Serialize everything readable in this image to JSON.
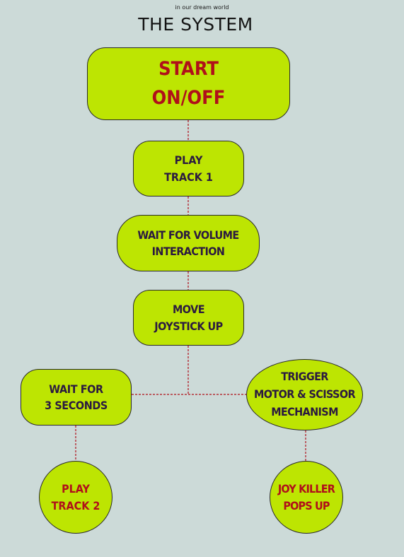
{
  "header": {
    "subtitle": "in our dream world",
    "title": "THE SYSTEM"
  },
  "nodes": {
    "start": {
      "line1": "START",
      "line2": "ON/OFF"
    },
    "play_track_1": {
      "line1": "PLAY",
      "line2": "TRACK 1"
    },
    "wait_volume": {
      "line1": "WAIT FOR VOLUME",
      "line2": "INTERACTION"
    },
    "move_joystick": {
      "line1": "MOVE",
      "line2": "JOYSTICK UP"
    },
    "wait_3_seconds": {
      "line1": "WAIT FOR",
      "line2": "3 SECONDS"
    },
    "trigger_motor": {
      "line1": "TRIGGER",
      "line2": "MOTOR & SCISSOR",
      "line3": "MECHANISM"
    },
    "play_track_2": {
      "line1": "PLAY",
      "line2": "TRACK 2"
    },
    "joy_killer": {
      "line1": "JOY KILLER",
      "line2": "POPS UP"
    }
  },
  "colors": {
    "background": "#ccdad8",
    "node_fill": "#bde502",
    "node_text_dark": "#2b1a40",
    "node_text_red": "#b0101a",
    "connector": "#b0101a"
  }
}
